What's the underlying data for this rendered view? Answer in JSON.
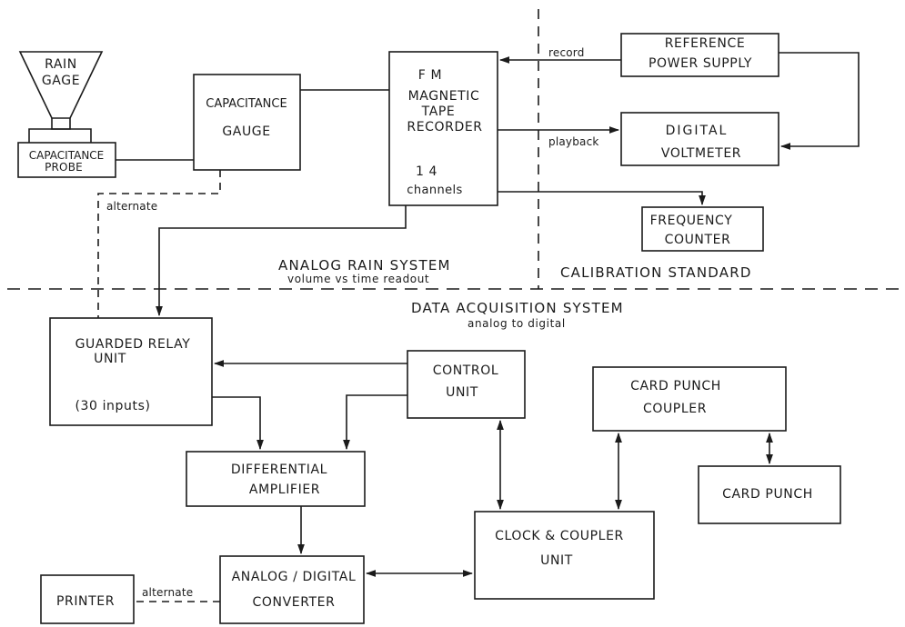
{
  "gage": {
    "label1": "RAIN",
    "label2": "GAGE"
  },
  "probe": {
    "label1": "CAPACITANCE",
    "label2": "PROBE"
  },
  "capacitance_gauge": {
    "label1": "CAPACITANCE",
    "label2": "GAUGE"
  },
  "tape_recorder": {
    "line1": "F M",
    "line2": "MAGNETIC",
    "line3": "TAPE",
    "line4": "RECORDER",
    "line5": "1 4",
    "line6": "channels"
  },
  "reference_supply": {
    "label1": "REFERENCE",
    "label2": "POWER  SUPPLY"
  },
  "voltmeter": {
    "label1": "DIGITAL",
    "label2": "VOLTMETER"
  },
  "frequency_counter": {
    "label1": "FREQUENCY",
    "label2": "COUNTER"
  },
  "guarded_relay": {
    "label1": "GUARDED        RELAY",
    "label2": "UNIT",
    "label3": "(30  inputs)"
  },
  "control_unit": {
    "label1": "CONTROL",
    "label2": "UNIT"
  },
  "card_coupler": {
    "label1": "CARD      PUNCH",
    "label2": "COUPLER"
  },
  "card_punch": {
    "label": "CARD    PUNCH"
  },
  "diff_amp": {
    "label1": "DIFFERENTIAL",
    "label2": "AMPLIFIER"
  },
  "clock_coupler": {
    "label1": "CLOCK  &  COUPLER",
    "label2": "UNIT"
  },
  "adc": {
    "label1": "ANALOG / DIGITAL",
    "label2": "CONVERTER"
  },
  "printer": {
    "label": "PRINTER"
  },
  "connections": {
    "record": "record",
    "playback": "playback",
    "alternate_gauge": "alternate",
    "alternate_printer": "alternate"
  },
  "regions": {
    "analog_title": "ANALOG   RAIN   SYSTEM",
    "analog_sub": "volume   vs  time   readout",
    "calibration_title": "CALIBRATION   STANDARD",
    "daq_title": "DATA   ACQUISITION   SYSTEM",
    "daq_sub": "analog  to  digital"
  }
}
